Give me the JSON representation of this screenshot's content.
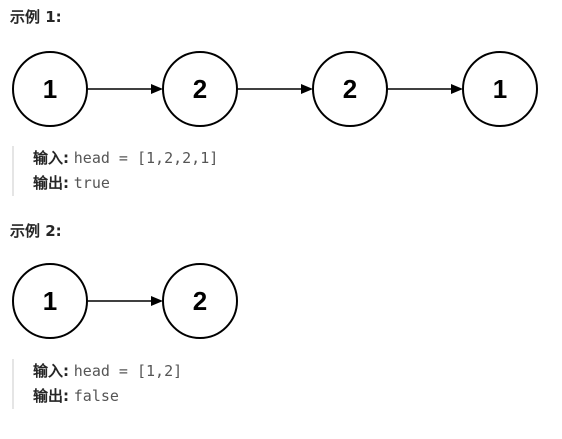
{
  "examples": [
    {
      "title": "示例 1:",
      "nodes": [
        "1",
        "2",
        "2",
        "1"
      ],
      "input_label": "输入:",
      "input_value": "head = [1,2,2,1]",
      "output_label": "输出:",
      "output_value": "true"
    },
    {
      "title": "示例 2:",
      "nodes": [
        "1",
        "2"
      ],
      "input_label": "输入:",
      "input_value": "head = [1,2]",
      "output_label": "输出:",
      "output_value": "false"
    }
  ]
}
